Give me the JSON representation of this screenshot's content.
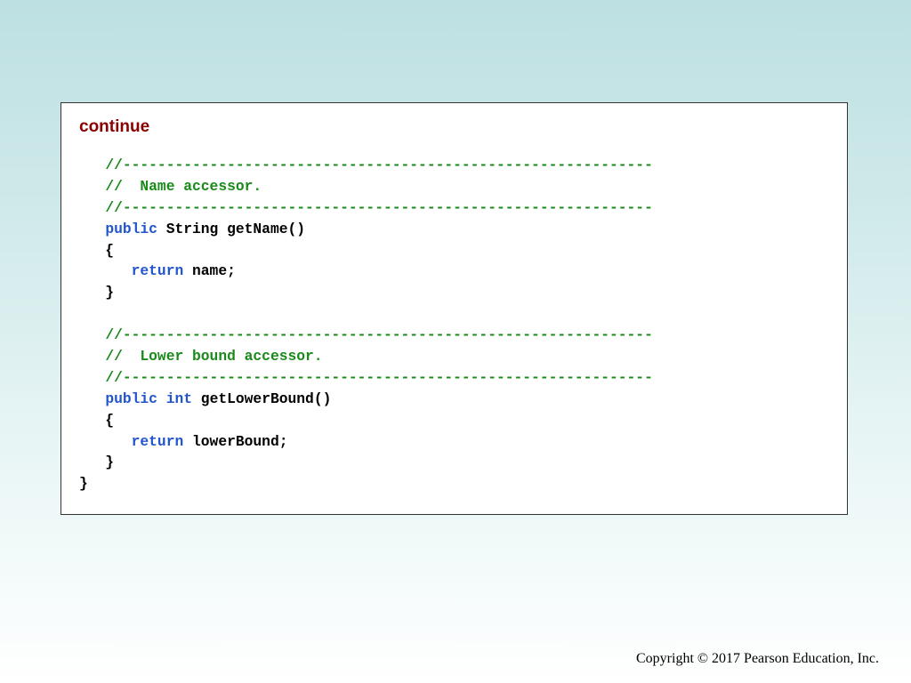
{
  "slide": {
    "continue_label": "continue",
    "copyright": "Copyright © 2017 Pearson Education, Inc."
  },
  "colors": {
    "comment": "#1a8a1a",
    "keyword": "#2255cc",
    "text": "#000000",
    "continue_label": "#8b0000"
  },
  "code_lines": [
    [
      {
        "t": "   ",
        "c": "tx"
      },
      {
        "t": "//-------------------------------------------------------------",
        "c": "cm"
      }
    ],
    [
      {
        "t": "   ",
        "c": "tx"
      },
      {
        "t": "//  Name accessor.",
        "c": "cm"
      }
    ],
    [
      {
        "t": "   ",
        "c": "tx"
      },
      {
        "t": "//-------------------------------------------------------------",
        "c": "cm"
      }
    ],
    [
      {
        "t": "   ",
        "c": "tx"
      },
      {
        "t": "public",
        "c": "kw"
      },
      {
        "t": " String getName()",
        "c": "tx"
      }
    ],
    [
      {
        "t": "   {",
        "c": "tx"
      }
    ],
    [
      {
        "t": "      ",
        "c": "tx"
      },
      {
        "t": "return",
        "c": "kw"
      },
      {
        "t": " name;",
        "c": "tx"
      }
    ],
    [
      {
        "t": "   }",
        "c": "tx"
      }
    ],
    [
      {
        "t": "",
        "c": "tx"
      }
    ],
    [
      {
        "t": "   ",
        "c": "tx"
      },
      {
        "t": "//-------------------------------------------------------------",
        "c": "cm"
      }
    ],
    [
      {
        "t": "   ",
        "c": "tx"
      },
      {
        "t": "//  Lower bound accessor.",
        "c": "cm"
      }
    ],
    [
      {
        "t": "   ",
        "c": "tx"
      },
      {
        "t": "//-------------------------------------------------------------",
        "c": "cm"
      }
    ],
    [
      {
        "t": "   ",
        "c": "tx"
      },
      {
        "t": "public",
        "c": "kw"
      },
      {
        "t": " ",
        "c": "tx"
      },
      {
        "t": "int",
        "c": "kw"
      },
      {
        "t": " getLowerBound()",
        "c": "tx"
      }
    ],
    [
      {
        "t": "   {",
        "c": "tx"
      }
    ],
    [
      {
        "t": "      ",
        "c": "tx"
      },
      {
        "t": "return",
        "c": "kw"
      },
      {
        "t": " lowerBound;",
        "c": "tx"
      }
    ],
    [
      {
        "t": "   }",
        "c": "tx"
      }
    ],
    [
      {
        "t": "}",
        "c": "tx"
      }
    ]
  ]
}
